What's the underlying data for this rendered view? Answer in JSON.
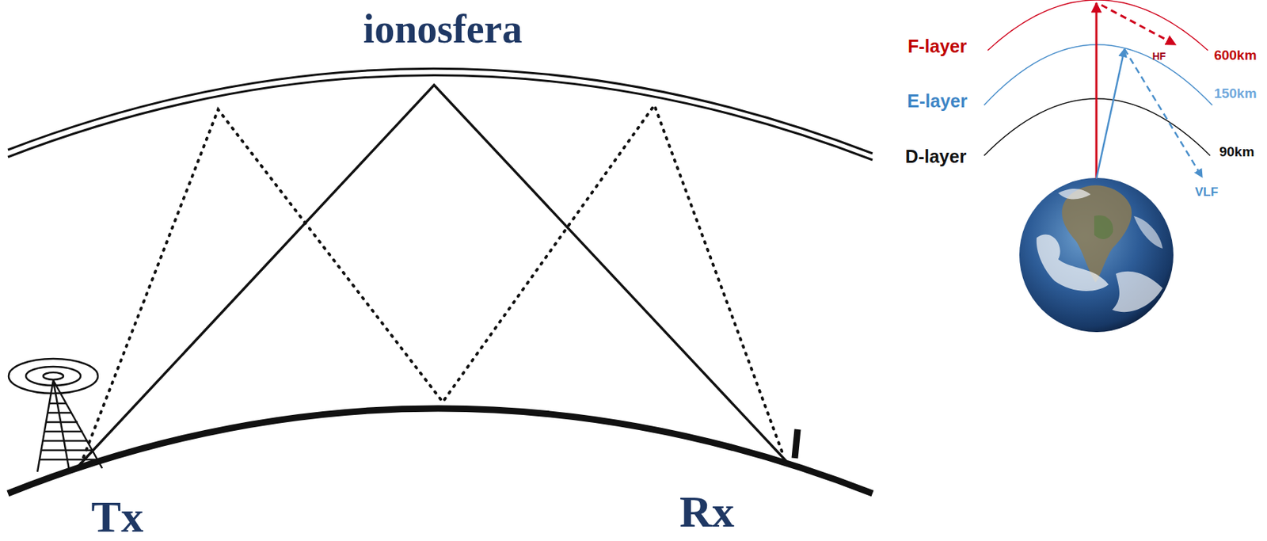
{
  "diagram": {
    "labels": [
      "ionosfera",
      "Tx",
      "Rx",
      "F-layer",
      "600km",
      "HF",
      "E-layer",
      "150km",
      "D-layer",
      "90km",
      "VLF"
    ]
  }
}
